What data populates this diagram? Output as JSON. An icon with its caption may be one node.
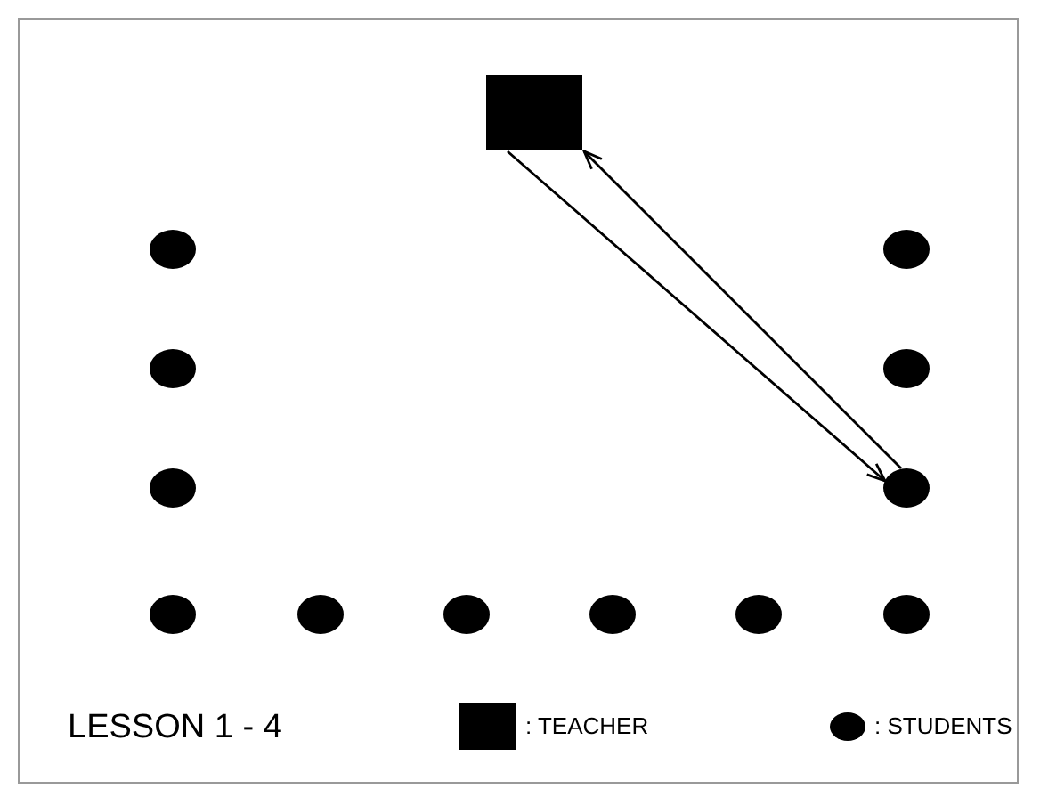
{
  "diagram": {
    "nodes": [
      {
        "text": [],
        "shape": "box"
      },
      {
        "text": [],
        "shape": "circle"
      },
      {
        "text": [],
        "shape": "circle"
      },
      {
        "text": [],
        "shape": "circle"
      },
      {
        "text": [],
        "shape": "circle"
      },
      {
        "text": [],
        "shape": "circle"
      },
      {
        "text": [],
        "shape": "circle"
      },
      {
        "text": [],
        "shape": "circle"
      },
      {
        "text": [],
        "shape": "circle"
      },
      {
        "text": [],
        "shape": "circle"
      },
      {
        "text": [],
        "shape": "circle"
      },
      {
        "text": [],
        "shape": "circle"
      },
      {
        "text": [],
        "shape": "circle"
      }
    ],
    "edges": [
      {
        "from": 0,
        "to": 6,
        "arrow": "to"
      },
      {
        "from": 6,
        "to": 0,
        "arrow": "to"
      }
    ],
    "labels": [
      "LESSON 1 - 4"
    ],
    "legend": [
      {
        "text": ": TEACHER"
      },
      {
        "text": ": STUDENTS"
      }
    ]
  }
}
